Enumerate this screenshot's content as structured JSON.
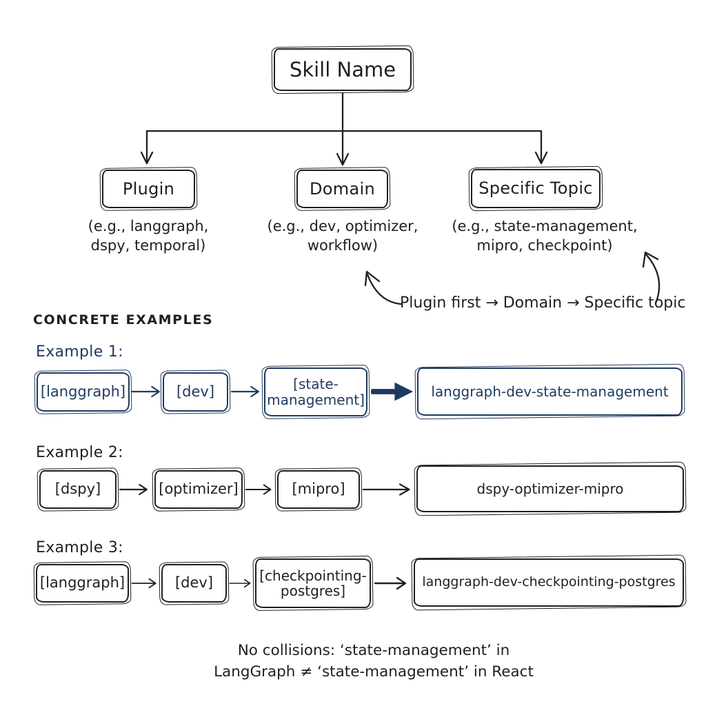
{
  "colors": {
    "ink": "#1f1f1f",
    "navy": "#1f3a5e"
  },
  "tree": {
    "root": "Skill Name",
    "children": [
      {
        "label": "Plugin",
        "example_line1": "(e.g., langgraph,",
        "example_line2": "dspy, temporal)"
      },
      {
        "label": "Domain",
        "example_line1": "(e.g., dev, optimizer,",
        "example_line2": "workflow)"
      },
      {
        "label": "Specific Topic",
        "example_line1": "(e.g., state-management,",
        "example_line2": "mipro, checkpoint)"
      }
    ],
    "order_note": "Plugin first → Domain → Specific topic"
  },
  "examples_heading": "CONCRETE EXAMPLES",
  "examples": [
    {
      "label": "Example 1:",
      "step1": "[langgraph]",
      "step2": "[dev]",
      "step3_line1": "[state-",
      "step3_line2": "management]",
      "result": "langgraph-dev-state-management"
    },
    {
      "label": "Example 2:",
      "step1": "[dspy]",
      "step2": "[optimizer]",
      "step3_line1": "[mipro]",
      "step3_line2": "",
      "result": "dspy-optimizer-mipro"
    },
    {
      "label": "Example 3:",
      "step1": "[langgraph]",
      "step2": "[dev]",
      "step3_line1": "[checkpointing-",
      "step3_line2": "postgres]",
      "result": "langgraph-dev-checkpointing-postgres"
    }
  ],
  "footer": {
    "line1": "No collisions: ‘state-management’ in",
    "line2": "LangGraph ≠ ‘state-management’ in React"
  }
}
